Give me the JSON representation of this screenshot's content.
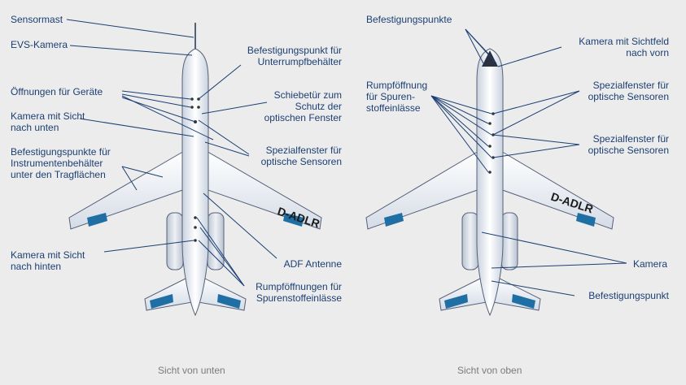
{
  "left_view": {
    "caption": "Sicht von unten",
    "registration": "D-ADLR",
    "labels": {
      "sensormast": "Sensormast",
      "evs_kamera": "EVS-Kamera",
      "oeffnungen_geraete": "Öffnungen für Geräte",
      "kamera_unten": "Kamera mit Sicht\nnach unten",
      "befestigung_instrumente": "Befestigungspunkte für\nInstrumentenbehälter\nunter den Tragflächen",
      "kamera_hinten": "Kamera mit Sicht\nnach hinten",
      "befestigung_unterrumpf": "Befestigungspunkt für\nUnterrumpfbehälter",
      "schiebetuer": "Schiebetür zum\nSchutz der\noptischen Fenster",
      "spezialfenster": "Spezialfenster für\noptische Sensoren",
      "adf_antenne": "ADF Antenne",
      "rumpfoeffnungen": "Rumpföffnungen für\nSpurenstoffeinlässe"
    }
  },
  "right_view": {
    "caption": "Sicht von oben",
    "registration": "D-ADLR",
    "labels": {
      "befestigungspunkte": "Befestigungspunkte",
      "rumpfoeffnung": "Rumpföffnung\nfür Spuren-\nstoffeinlässe",
      "kamera_sichtfeld": "Kamera mit Sichtfeld\nnach vorn",
      "spezialfenster_1": "Spezialfenster für\noptische Sensoren",
      "spezialfenster_2": "Spezialfenster für\noptische Sensoren",
      "kamera": "Kamera",
      "befestigungspunkt": "Befestigungspunkt"
    }
  },
  "colors": {
    "label_text": "#1c3f73",
    "leader_line": "#1c3f73",
    "aircraft_fill": "#f3f5f8",
    "aircraft_outline": "#55607a",
    "accent_blue": "#1f6fa4",
    "background": "#ececec",
    "caption": "#7b7b7b"
  }
}
